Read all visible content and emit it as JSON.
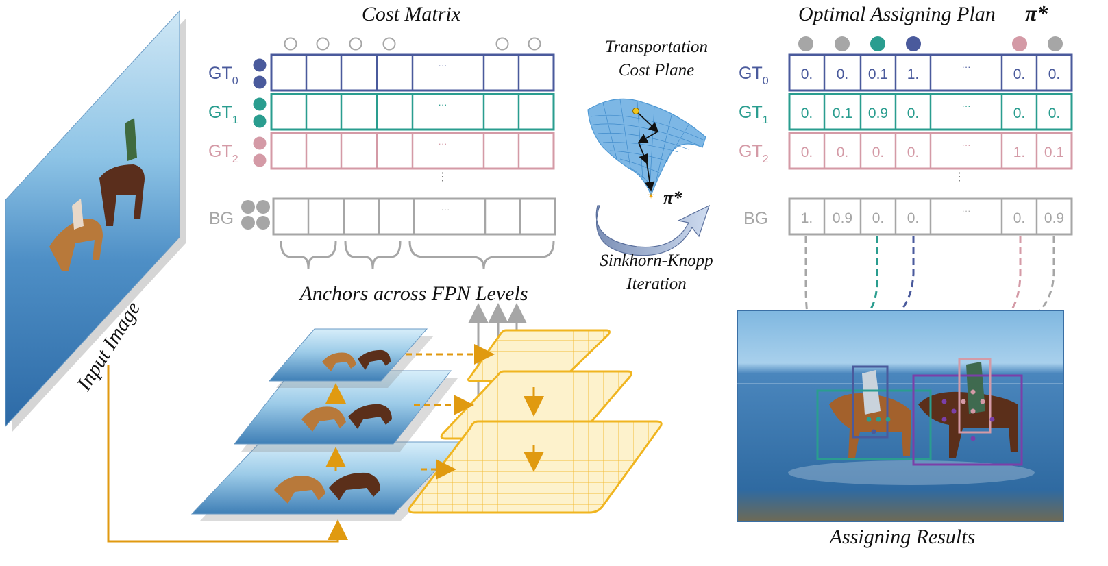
{
  "colors": {
    "gt0": "#4a5a9c",
    "gt1": "#2a9d8f",
    "gt2": "#d49aa6",
    "bg": "#a6a6a6",
    "purple": "#7b3fa8",
    "arrow": "#e09a10",
    "grid_fill": "#fdf2cc",
    "grid_stroke": "#f0b520",
    "surface": "#3d8ed0",
    "sky": "#a9d2ec",
    "sea": "#3e80b8",
    "sand": "#8a6a3a"
  },
  "labels": {
    "input_image": "Input Image",
    "cost_matrix": "Cost Matrix",
    "transport_line1": "Transportation",
    "transport_line2": "Cost Plane",
    "pi_star": "π*",
    "sinkhorn_line1": "Sinkhorn-Knopp",
    "sinkhorn_line2": "Iteration",
    "optimal_plan": "Optimal Assigning Plan",
    "anchors_fpn": "Anchors across FPN Levels",
    "assigning_results": "Assigning Results",
    "ellipsis_h": "···",
    "ellipsis_v": "⋮"
  },
  "cost_matrix": {
    "rows": [
      {
        "prefix": "GT",
        "sub": "0",
        "color_key": "gt0"
      },
      {
        "prefix": "GT",
        "sub": "1",
        "color_key": "gt1"
      },
      {
        "prefix": "GT",
        "sub": "2",
        "color_key": "gt2"
      }
    ],
    "bg_row": {
      "label": "BG",
      "color_key": "bg"
    }
  },
  "assign_plan": {
    "rows": [
      {
        "prefix": "GT",
        "sub": "0",
        "color_key": "gt0",
        "values": [
          "0.",
          "0.",
          "0.1",
          "1.",
          "···",
          "0.",
          "0."
        ]
      },
      {
        "prefix": "GT",
        "sub": "1",
        "color_key": "gt1",
        "values": [
          "0.",
          "0.1",
          "0.9",
          "0.",
          "···",
          "0.",
          "0."
        ]
      },
      {
        "prefix": "GT",
        "sub": "2",
        "color_key": "gt2",
        "values": [
          "0.",
          "0.",
          "0.",
          "0.",
          "···",
          "1.",
          "0.1"
        ]
      }
    ],
    "bg_row": {
      "label": "BG",
      "color_key": "bg",
      "values": [
        "1.",
        "0.9",
        "0.",
        "0.",
        "···",
        "0.",
        "0.9"
      ]
    },
    "top_dots": [
      "bg",
      "bg",
      "gt1",
      "gt0",
      null,
      "gt2",
      "bg"
    ]
  }
}
